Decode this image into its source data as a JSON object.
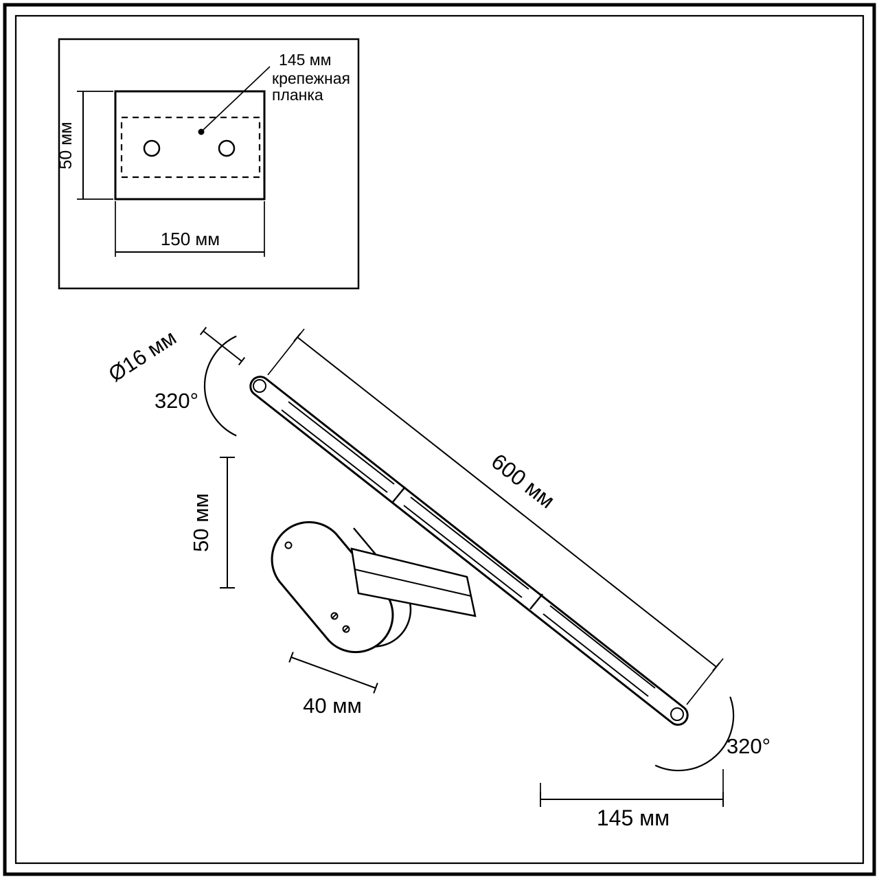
{
  "drawing": {
    "background": "#ffffff",
    "line_color": "#000000",
    "type": "wall-lamp-dimension-drawing"
  },
  "inset": {
    "hole_distance_label": "145 мм",
    "plate_label_line1": "крепежная",
    "plate_label_line2": "планка",
    "height_label": "50 мм",
    "width_label": "150 мм"
  },
  "main": {
    "diameter_label": "Ø16 мм",
    "rotation_top_label": "320°",
    "length_label": "600 мм",
    "bracket_height_label": "50 мм",
    "bracket_width_label": "40 мм",
    "rotation_bottom_label": "320°",
    "end_offset_label": "145 мм"
  }
}
